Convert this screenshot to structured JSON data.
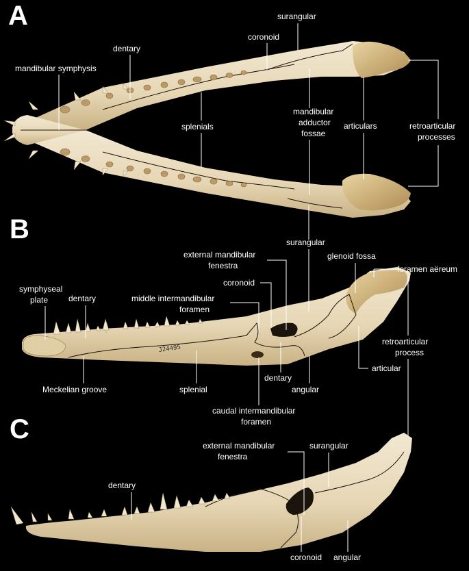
{
  "panels": {
    "a": {
      "letter": "A",
      "labels": {
        "surangular": "surangular",
        "coronoid": "coronoid",
        "dentary": "dentary",
        "mandibular_symphysis": "mandibular symphysis",
        "mandibular_adductor_fossae": [
          "mandibular",
          "adductor",
          "fossae"
        ],
        "articulars": "articulars",
        "splenials": "splenials",
        "retroarticular_processes": [
          "retroarticular",
          "processes"
        ]
      }
    },
    "b": {
      "letter": "B",
      "labels": {
        "surangular": "surangular",
        "external_mandibular_fenestra": [
          "external mandibular",
          "fenestra"
        ],
        "glenoid_fossa": "glenoid fossa",
        "coronoid": "coronoid",
        "foramen_aereum": "foramen aëreum",
        "symphyseal_plate": [
          "symphyseal",
          "plate"
        ],
        "dentary": "dentary",
        "middle_intermandibular_foramen": [
          "middle intermandibular",
          "foramen"
        ],
        "retroarticular_process": [
          "retroarticular",
          "process"
        ],
        "articular": "articular",
        "meckelian_groove": "Meckelian groove",
        "splenial": "splenial",
        "dentary_2": "dentary",
        "angular": "angular",
        "caudal_intermandibular_foramen": [
          "caudal intermandibular",
          "foramen"
        ]
      },
      "specimen_number": "J24495"
    },
    "c": {
      "letter": "C",
      "labels": {
        "external_mandibular_fenestra": [
          "external mandibular",
          "fenestra"
        ],
        "surangular": "surangular",
        "dentary": "dentary",
        "coronoid": "coronoid",
        "angular": "angular"
      }
    }
  },
  "colors": {
    "background": "#000000",
    "bone": "#e9dcc0",
    "bone_shade": "#cbb58c",
    "articular_bone": "#c9a86c",
    "text": "#ffffff"
  }
}
